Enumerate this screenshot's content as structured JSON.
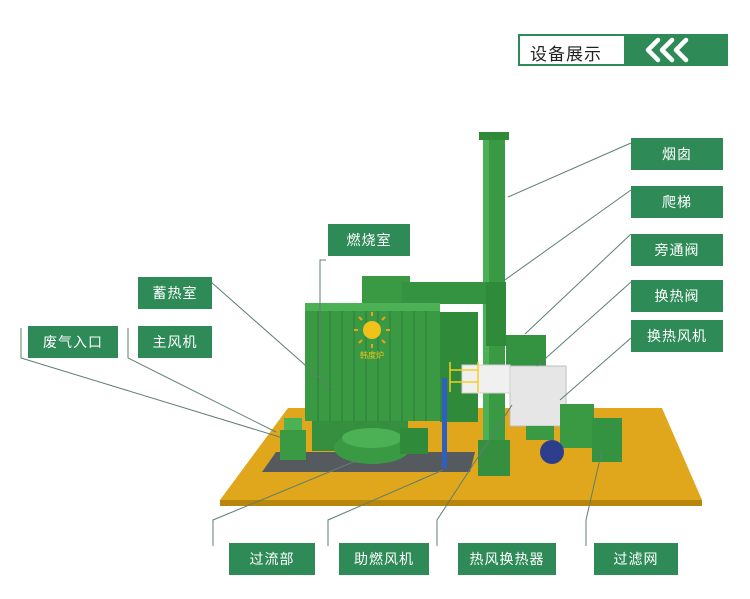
{
  "header": {
    "title": "设备展示",
    "arrows_icon": "triple-chevron-left-icon"
  },
  "logo": {
    "text": "韩度炉",
    "icon": "sun-icon"
  },
  "labels": {
    "chimney": "烟囱",
    "ladder": "爬梯",
    "bypass_valve": "旁通阀",
    "heat_exchange_valve": "换热阀",
    "heat_exchange_fan": "换热风机",
    "combustion_chamber": "燃烧室",
    "regenerator": "蓄热室",
    "waste_gas_inlet": "废气入口",
    "main_fan": "主风机",
    "flow_section": "过流部",
    "combustion_fan": "助燃风机",
    "hot_air_exchanger": "热风换热器",
    "filter_screen": "过滤网"
  },
  "colors": {
    "brand_green": "#2e8b57",
    "equipment_green": "#3a9a44",
    "platform_yellow": "#e0a61c",
    "leader_line": "#5e7f6e"
  }
}
